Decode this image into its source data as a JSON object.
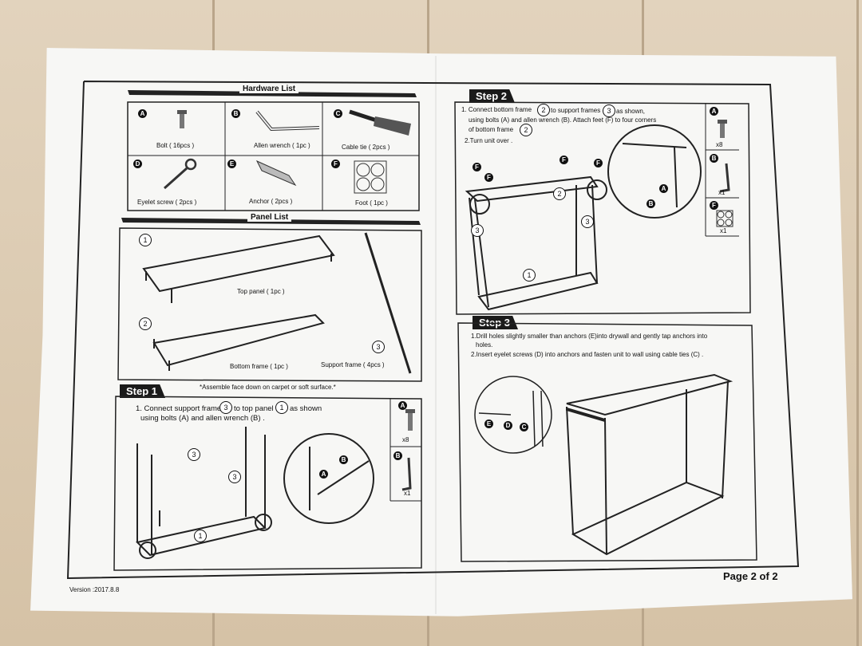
{
  "hardware": {
    "title": "Hardware List",
    "items": [
      {
        "letter": "A",
        "label": "Bolt ( 16pcs )"
      },
      {
        "letter": "B",
        "label": "Allen wrench ( 1pc )"
      },
      {
        "letter": "C",
        "label": "Cable tie ( 2pcs )"
      },
      {
        "letter": "D",
        "label": "Eyelet screw ( 2pcs )"
      },
      {
        "letter": "E",
        "label": "Anchor ( 2pcs )"
      },
      {
        "letter": "F",
        "label": "Foot ( 1pc )"
      }
    ]
  },
  "panels": {
    "title": "Panel List",
    "top_label": "Top panel ( 1pc )",
    "bottom_label": "Bottom frame ( 1pc )",
    "support_label": "Support frame ( 4pcs )",
    "n1": "1",
    "n2": "2",
    "n3": "3"
  },
  "step1": {
    "title": "Step 1",
    "note": "*Assemble face down on carpet  or soft surface.*",
    "line1a": "1. Connect support frames",
    "line1b": "to top panel",
    "line1c": "as shown",
    "line2": "using bolts (A) and allen wrench (B) .",
    "qty_a": "x8",
    "qty_b": "x1"
  },
  "step2": {
    "title": "Step 2",
    "line1a": "1. Connect bottom frame",
    "line1b": "to support frames",
    "line1c": "as shown,",
    "line2": "using bolts (A) and allen wrench (B).  Attach feet (F) to four corners",
    "line3": "of bottom frame",
    "line4": "2.Turn unit over .",
    "qty_a": "x8",
    "qty_b": "x1",
    "qty_f": "x1"
  },
  "step3": {
    "title": "Step 3",
    "line1": "1.Drill holes slightly smaller than anchors (E)into drywall and gently tap anchors into",
    "line1b": "holes.",
    "line2": "2.Insert eyelet screws (D) into anchors and fasten unit to wall using cable ties (C) ."
  },
  "footer": {
    "version": "Version :2017.8.8",
    "page": "Page 2 of 2"
  },
  "colors": {
    "ink": "#111111",
    "paper": "#f7f7f5",
    "floor": "#d9c7ae"
  }
}
